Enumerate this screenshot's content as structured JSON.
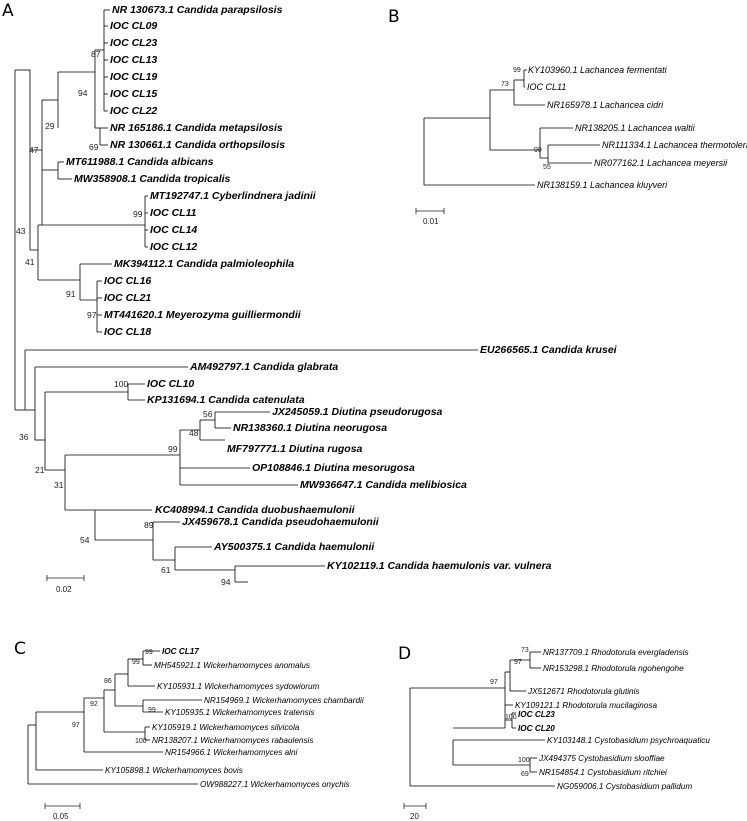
{
  "panels": {
    "A": {
      "label": "A",
      "scale_label": "0.02",
      "taxa": [
        "NR 130673.1 Candida parapsilosis",
        "IOC CL09",
        "IOC CL23",
        "IOC CL13",
        "IOC CL19",
        "IOC CL15",
        "IOC CL22",
        "NR 165186.1 Candida metapsilosis",
        "NR 130661.1 Candida orthopsilosis",
        "MT611988.1 Candida albicans",
        "MW358908.1 Candida tropicalis",
        "MT192747.1 Cyberlindnera jadinii",
        "IOC CL11",
        "IOC CL14",
        "IOC CL12",
        "MK394112.1 Candida palmioleophila",
        "IOC CL16",
        "IOC CL21",
        "MT441620.1 Meyerozyma guilliermondii",
        "IOC CL18",
        "EU266565.1 Candida krusei",
        "AM492797.1 Candida glabrata",
        "IOC CL10",
        "KP131694.1 Candida catenulata",
        "JX245059.1 Diutina pseudorugosa",
        "NR138360.1 Diutina neorugosa",
        "MF797771.1 Diutina rugosa",
        "OP108846.1 Diutina mesorugosa",
        "MW936647.1 Candida melibiosica",
        "KC408994.1 Candida duobushaemulonii",
        "JX459678.1 Candida pseudohaemulonii",
        "AY500375.1 Candida haemulonii",
        "KY102119.1 Candida haemulonis var. vulnera"
      ],
      "bootstraps": [
        "87",
        "94",
        "69",
        "29",
        "47",
        "43",
        "99",
        "41",
        "91",
        "97",
        "100",
        "36",
        "21",
        "56",
        "48",
        "99",
        "31",
        "54",
        "89",
        "61",
        "94"
      ]
    },
    "B": {
      "label": "B",
      "scale_label": "0.01",
      "taxa": [
        "KY103960.1 Lachancea fermentati",
        "IOC CL11",
        "NR165978.1 Lachancea cidri",
        "NR138205.1 Lachancea waltii",
        "NR111334.1 Lachancea thermotolerans",
        "NR077162.1 Lachancea meyersii",
        "NR138159.1 Lachancea kluyveri"
      ],
      "bootstraps": [
        "99",
        "73",
        "99",
        "55"
      ]
    },
    "C": {
      "label": "C",
      "scale_label": "0.05",
      "taxa": [
        "IOC CL17",
        "MH545921.1 Wickerhamomyces anomalus",
        "KY105931.1 Wickerhamomyces sydowiorum",
        "NR154969.1 Wickerhamomyces chambardii",
        "KY105935.1 Wickerhamomyces tratensis",
        "KY105919.1 Wickerhamomyces silvicola",
        "NR138207.1 Wickerhamomyces rabaulensis",
        "NR154966.1 Wickerhamomyces alni",
        "KY105898.1 Wickerhamomyces bovis",
        "OW988227.1 Wickerhamomyces onychis"
      ],
      "bootstraps": [
        "99",
        "99",
        "86",
        "92",
        "99",
        "100",
        "97"
      ]
    },
    "D": {
      "label": "D",
      "scale_label": "20",
      "taxa": [
        "NR137709.1 Rhodotorula evergladensis",
        "NR153298.1 Rhodotorula ngohengohe",
        "JX512671 Rhodotorula glutinis",
        "KY109121.1 Rhodotorula mucilaginosa",
        "IOC CL23",
        "IOC CL20",
        "KY103148.1 Cystobasidium psychroaquaticu",
        "JX494375 Cystobasidium slooffiae",
        "NR154854.1 Cystobasidium ritchiei",
        "NG059006.1 Cystobasidium pallidum"
      ],
      "bootstraps": [
        "73",
        "97",
        "97",
        "100",
        "100",
        "69"
      ]
    }
  }
}
